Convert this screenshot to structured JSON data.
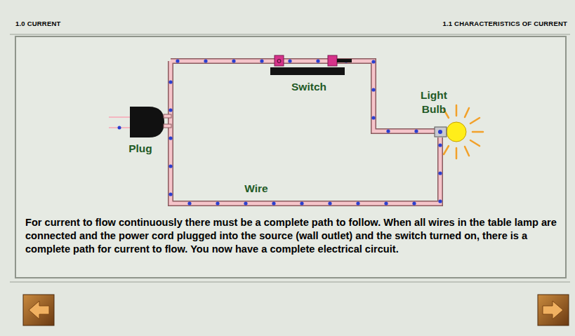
{
  "diagram": {
    "labels": [
      "1.0 CURRENT",
      "1.1 CHARACTERISTICS OF CURRENT",
      "Switch",
      "Light Bulb",
      "Plug",
      "Wire",
      "For current to flow continuously there must be a complete path to follow. When all wires in the table lamp are connected and the power cord plugged into the source (wall outlet) and the switch turned on, there is a complete path for current to flow. You now have a complete electrical circuit."
    ]
  }
}
